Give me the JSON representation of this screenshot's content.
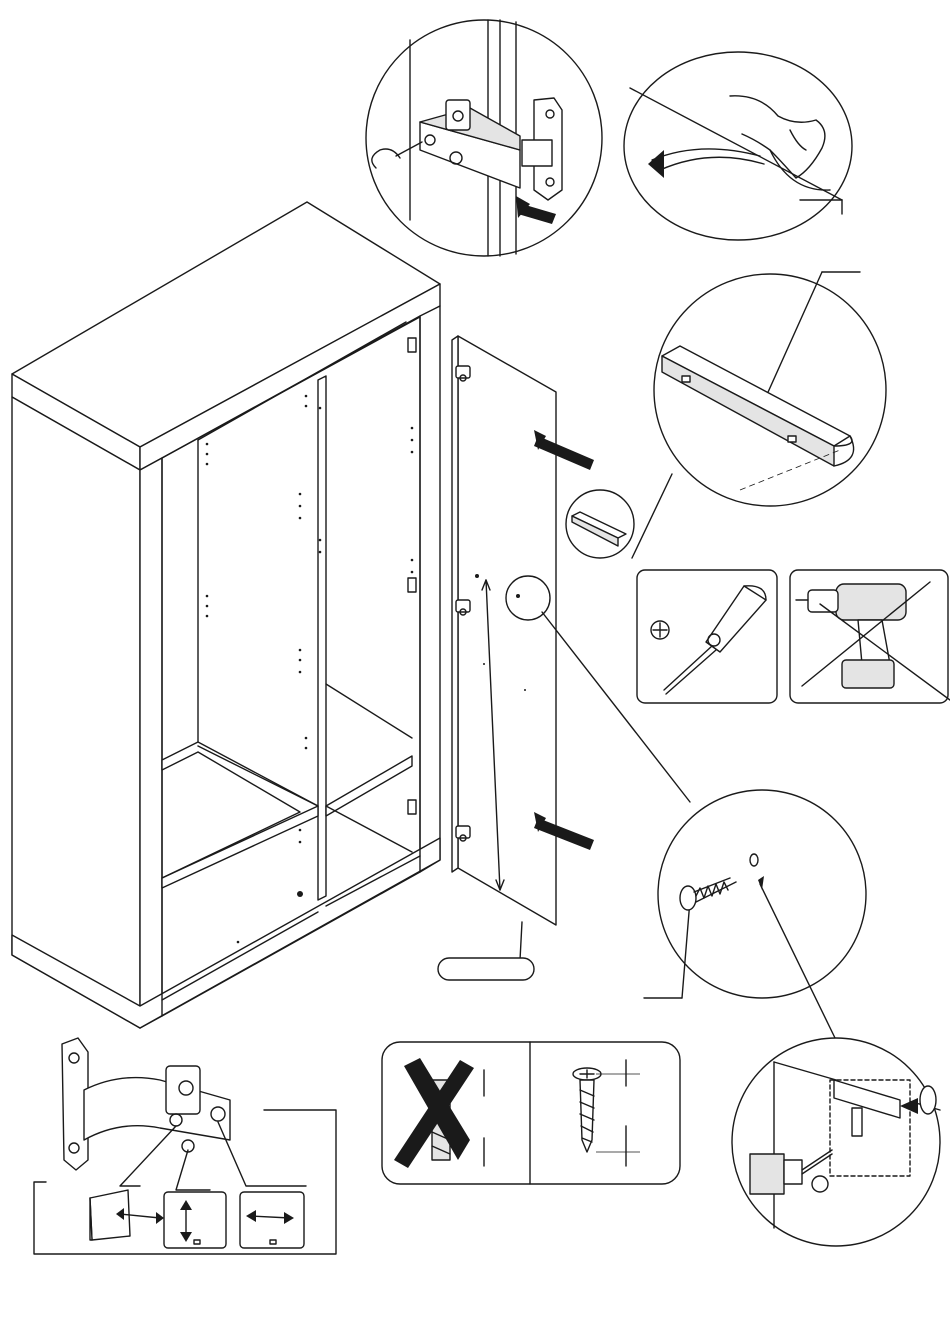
{
  "title": "",
  "part_label": "",
  "colors": {
    "line": "#1a1a1a",
    "shade": "#e4e4e4",
    "background": "#ffffff"
  },
  "icons": {
    "screwdriver": "phillips-screwdriver-icon",
    "drill": "cordless-drill-icon",
    "phillips_symbol": "phillips-head-symbol"
  },
  "steps": [
    "hinge-clip-onto-plate",
    "peel-protective-film",
    "handle-detail",
    "attach-door-to-wardrobe",
    "screw-handle",
    "hinge-adjustment"
  ]
}
